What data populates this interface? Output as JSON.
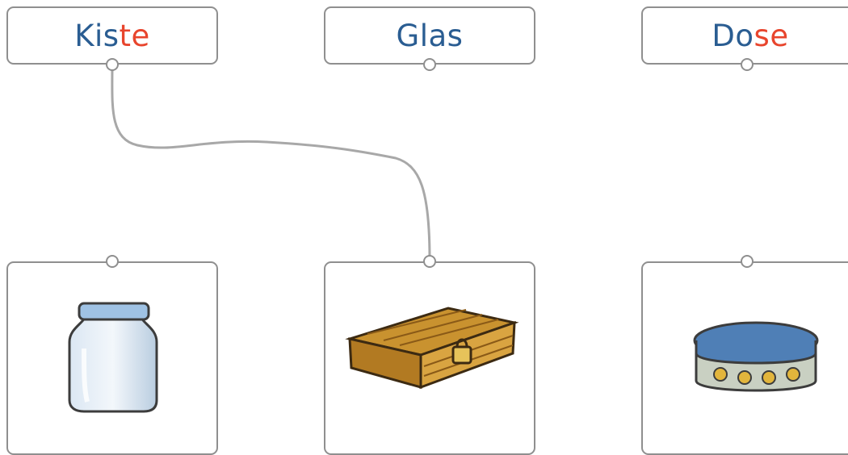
{
  "words": [
    {
      "stem": "Kis",
      "ending": "te"
    },
    {
      "stem": "Glas",
      "ending": ""
    },
    {
      "stem": "Do",
      "ending": "se"
    }
  ],
  "pictures": [
    {
      "icon": "jar-icon"
    },
    {
      "icon": "wooden-chest-icon"
    },
    {
      "icon": "tin-box-icon"
    }
  ],
  "connections": [
    {
      "from_word": "Kiste",
      "to_picture": "wooden-chest-icon"
    }
  ],
  "colors": {
    "word_text": "#2a5d92",
    "word_ending": "#e8452d",
    "border": "#8f8f8f",
    "line": "#a8a8a8"
  }
}
